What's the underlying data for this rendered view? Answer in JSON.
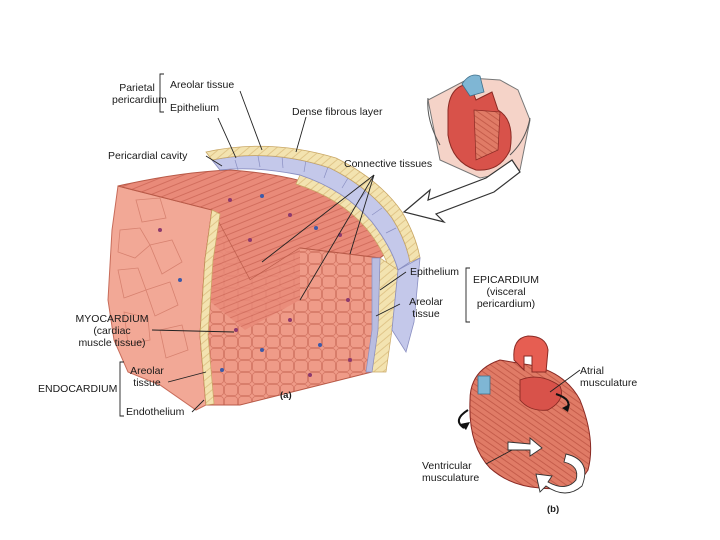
{
  "labels": {
    "parietal_pericardium": [
      "Parietal",
      "pericardium"
    ],
    "areolar_tissue_top": "Areolar tissue",
    "epithelium_top": "Epithelium",
    "dense_fibrous_layer": "Dense fibrous layer",
    "pericardial_cavity": "Pericardial cavity",
    "connective_tissues": "Connective tissues",
    "epithelium_right": "Epithelium",
    "areolar_tissue_right": [
      "Areolar",
      "tissue"
    ],
    "epicardium": [
      "EPICARDIUM",
      "(visceral",
      "pericardium)"
    ],
    "myocardium": [
      "MYOCARDIUM",
      "(cardiac",
      "muscle tissue)"
    ],
    "endocardium": "ENDOCARDIUM",
    "areolar_tissue_bottom": [
      "Areolar",
      "tissue"
    ],
    "endothelium": "Endothelium",
    "panel_a": "(a)",
    "atrial_musculature": [
      "Atrial",
      "musculature"
    ],
    "ventricular_musculature": [
      "Ventricular",
      "musculature"
    ],
    "panel_b": "(b)"
  },
  "colors": {
    "muscle": "#e8897a",
    "muscle_dark": "#c85a4c",
    "epithelium_cells": "#b9bde0",
    "connective_yellow": "#f3e3b0",
    "heart_red": "#d8524a",
    "vessel_blue": "#7fb6d4",
    "arrow_outline": "#333333"
  }
}
